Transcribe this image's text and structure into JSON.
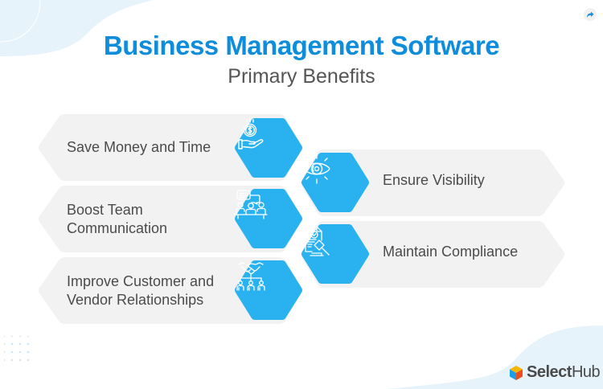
{
  "header": {
    "title": "Business Management Software",
    "subtitle": "Primary Benefits"
  },
  "benefits": [
    {
      "label": "Save Money and Time",
      "icon": "money-hand-icon",
      "side": "left"
    },
    {
      "label": "Ensure Visibility",
      "icon": "eye-icon",
      "side": "right"
    },
    {
      "label": "Boost Team Communication",
      "icon": "team-chat-icon",
      "side": "left"
    },
    {
      "label": "Maintain Compliance",
      "icon": "document-gavel-icon",
      "side": "right"
    },
    {
      "label": "Improve Customer and Vendor Relationships",
      "icon": "handshake-network-icon",
      "side": "left"
    }
  ],
  "brand": {
    "name_bold": "Select",
    "name_regular": "Hub",
    "logo_icon": "selecthub-cube-icon"
  },
  "share": {
    "icon": "share-icon"
  },
  "colors": {
    "title": "#0d8ddb",
    "accent_hex": "#29b2ef",
    "card_bg": "#f2f2f2",
    "text": "#4b4b4b",
    "bg_wave": "#e6f3fb"
  }
}
